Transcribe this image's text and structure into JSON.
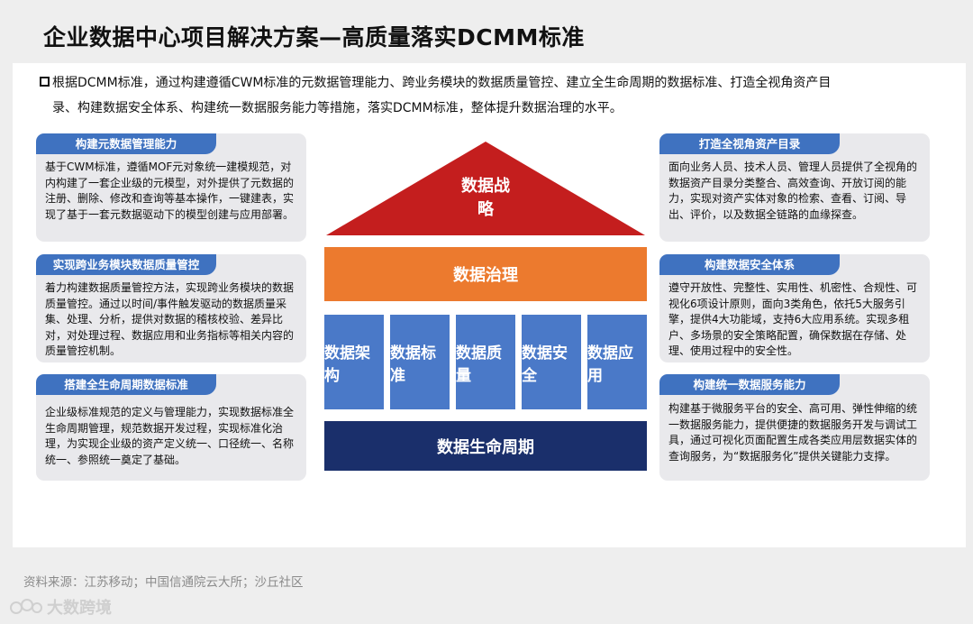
{
  "title": "企业数据中心项目解决方案—高质量落实DCMM标准",
  "intro": {
    "line1": "根据DCMM标准，通过构建遵循CWM标准的元数据管理能力、跨业务模块的数据质量管控、建立全生命周期的数据标准、打造全视角资产目",
    "line2": "录、构建数据安全体系、构建统一数据服务能力等措施，落实DCMM标准，整体提升数据治理的水平。"
  },
  "left_cards": [
    {
      "header": "构建元数据管理能力",
      "body": "基于CWM标准，遵循MOF元对象统一建模规范，对内构建了一套企业级的元模型，对外提供了元数据的注册、删除、修改和查询等基本操作，一键建表，实现了基于一套元数据驱动下的模型创建与应用部署。"
    },
    {
      "header": "实现跨业务模块数据质量管控",
      "body": "着力构建数据质量管控方法，实现跨业务模块的数据质量管控。通过以时间/事件触发驱动的数据质量采集、处理、分析，提供对数据的稽核校验、差异比对，对处理过程、数据应用和业务指标等相关内容的质量管控机制。"
    },
    {
      "header": "搭建全生命周期数据标准",
      "body": "企业级标准规范的定义与管理能力，实现数据标准全生命周期管理，规范数据开发过程，实现标准化治理，为实现企业级的资产定义统一、口径统一、名称统一、参照统一奠定了基础。"
    }
  ],
  "right_cards": [
    {
      "header": "打造全视角资产目录",
      "body": "面向业务人员、技术人员、管理人员提供了全视角的数据资产目录分类整合、高效查询、开放订阅的能力，实现对资产实体对象的检索、查看、订阅、导出、评价，以及数据全链路的血缘探查。"
    },
    {
      "header": "构建数据安全体系",
      "body": "遵守开放性、完整性、实用性、机密性、合规性、可视化6项设计原则，面向3类角色，依托5大服务引擎，提供4大功能域，支持6大应用系统。实现多租户、多场景的安全策略配置，确保数据在存储、处理、使用过程中的安全性。"
    },
    {
      "header": "构建统一数据服务能力",
      "body": "构建基于微服务平台的安全、高可用、弹性伸缩的统一数据服务能力，提供便捷的数据服务开发与调试工具，通过可视化页面配置生成各类应用层数据实体的查询服务，为“数据服务化”提供关键能力支撑。"
    }
  ],
  "house": {
    "roof": "数据战略",
    "governance": "数据治理",
    "pillars": [
      "数据架构",
      "数据标准",
      "数据质量",
      "数据安全",
      "数据应用"
    ],
    "base": "数据生命周期"
  },
  "colors": {
    "roof": "#c41e1e",
    "governance": "#ec7a2e",
    "pillar": "#4a79c8",
    "base": "#1a2f6b",
    "card_header": "#3f72c0"
  },
  "source": "资料来源：江苏移动；中国信通院云大所；沙丘社区",
  "watermark": "大数跨境"
}
